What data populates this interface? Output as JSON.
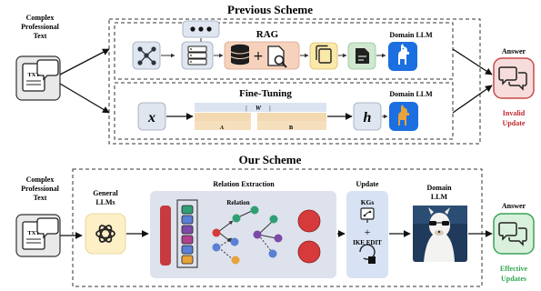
{
  "previous": {
    "title": "Previous Scheme",
    "input_label": [
      "Complex",
      "Professional",
      "Text"
    ],
    "doc_icon_text": "TXT",
    "rag_label": "RAG",
    "rag_domain_label": "Domain LLM",
    "ft_label": "Fine-Tuning",
    "ft_domain_label": "Domain LLM",
    "ft_x": "x",
    "ft_w": "W",
    "ft_bar_sep": "|",
    "ft_a": "A",
    "ft_b": "B",
    "ft_h": "h",
    "answer_label": "Answer",
    "result_label": [
      "Invalid",
      "Update"
    ]
  },
  "ours": {
    "title": "Our Scheme",
    "input_label": [
      "Complex",
      "Professional",
      "Text"
    ],
    "doc_icon_text": "TXT",
    "general_llm_label": [
      "General",
      "LLMs"
    ],
    "relation_extraction_label": "Relation Extraction",
    "relation_label": "Relation",
    "update_label": "Update",
    "kgs_label": "KGs",
    "plus": "+",
    "ike_label": "IKE EDIT",
    "domain_llm_label": [
      "Domain",
      "LLM"
    ],
    "answer_label": "Answer",
    "result_label": [
      "Effective",
      "Updates"
    ]
  },
  "colors": {
    "invalid": "#c0282d",
    "effective": "#2fa84f",
    "answer_bg_prev": "#f7dcdc",
    "answer_border_prev": "#c84a4a",
    "answer_bg_ours": "#d9f0dc",
    "answer_border_ours": "#3aa35a",
    "panel_gray": "#dde2ec",
    "ft_band": "#f3d9b1",
    "ft_band_top": "#dce3f1"
  }
}
